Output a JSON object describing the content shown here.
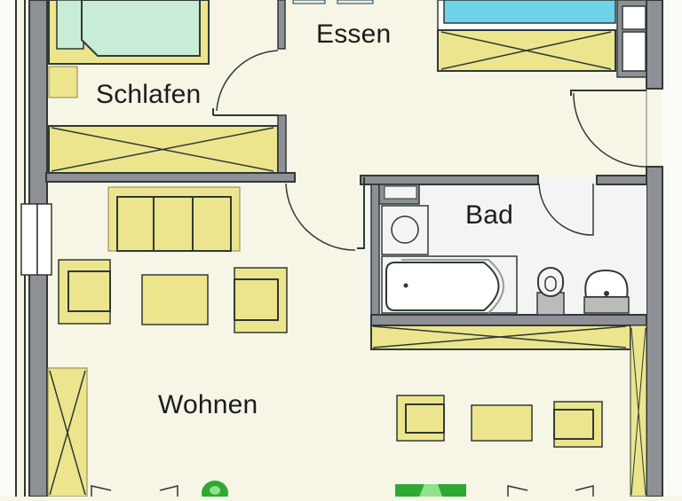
{
  "plan": {
    "type": "apartment floor plan",
    "colors": {
      "floor": "#f6f5e6",
      "wall": "#8f8f96",
      "wall_outline": "#2e3a35",
      "furniture_yellow": "#ece58e",
      "bed_mint": "#c9ecd7",
      "bed_cyan": "#6fd3ea",
      "bathroom_floor": "#f4f4f4",
      "plant_green": "#2fa834",
      "plant_light": "#8fe38a"
    },
    "rooms": [
      {
        "id": "schlafen",
        "label": "Schlafen"
      },
      {
        "id": "essen",
        "label": "Essen"
      },
      {
        "id": "bad",
        "label": "Bad"
      },
      {
        "id": "wohnen",
        "label": "Wohnen"
      }
    ],
    "furniture": {
      "schlafen": [
        "bed",
        "nightstand",
        "wardrobe"
      ],
      "essen": [
        "bed",
        "wardrobe",
        "shelf"
      ],
      "bad": [
        "washing-machine",
        "bathtub",
        "toilet",
        "sink"
      ],
      "wohnen": [
        "sofa",
        "armchair",
        "coffee-table",
        "armchair",
        "wardrobe",
        "armchair",
        "table",
        "armchair",
        "wardrobe",
        "plant",
        "plant"
      ]
    }
  }
}
